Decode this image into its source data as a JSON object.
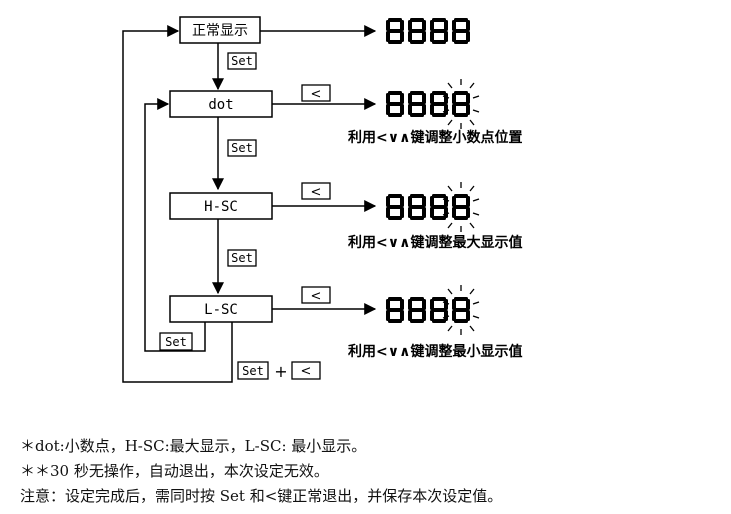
{
  "diagram": {
    "start_box": "正常显示",
    "menu_boxes": [
      "dot",
      "H-SC",
      "L-SC"
    ],
    "set_key": "Set",
    "left_key": "<",
    "plus": "+",
    "display_digits": "8888",
    "hints": [
      "利用<∨∧键调整小数点位置",
      "利用<∨∧键调整最大显示值",
      "利用<∨∧键调整最小显示值"
    ],
    "colors": {
      "line": "#000000",
      "background": "#ffffff"
    }
  },
  "notes": [
    "＊dot:小数点，H-SC:最大显示，L-SC: 最小显示。",
    "＊＊30 秒无操作，自动退出，本次设定无效。",
    "注意：设定完成后，需同时按 Set 和<键正常退出，并保存本次设定值。"
  ]
}
